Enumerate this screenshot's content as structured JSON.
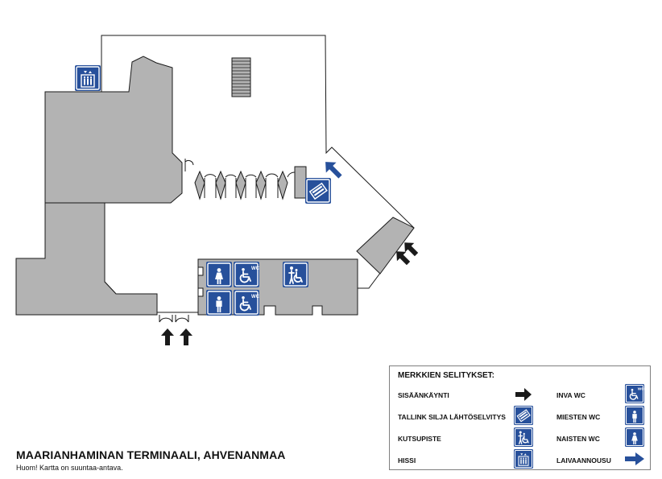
{
  "map": {
    "title": "MAARIANHAMINAN TERMINAALI, AHVENANMAA",
    "note": "Huom! Kartta on suuntaa-antava."
  },
  "legend": {
    "title": "MERKKIEN SELITYKSET:",
    "items": [
      {
        "label": "SISÄÄNKÄYNTI",
        "icon": "entrance-arrow-icon"
      },
      {
        "label": "TALLINK SILJA LÄHTÖSELVITYS",
        "icon": "check-in-ticket-icon"
      },
      {
        "label": "KUTSUPISTE",
        "icon": "call-point-icon"
      },
      {
        "label": "HISSI",
        "icon": "elevator-icon"
      },
      {
        "label": "INVA WC",
        "icon": "accessible-wc-icon"
      },
      {
        "label": "MIESTEN WC",
        "icon": "mens-wc-icon"
      },
      {
        "label": "NAISTEN WC",
        "icon": "womens-wc-icon"
      },
      {
        "label": "LAIVAANNOUSU",
        "icon": "boarding-arrow-icon"
      }
    ],
    "wc_badge": "WC"
  },
  "colors": {
    "sign_blue": "#27509b",
    "room_gray": "#b3b3b3",
    "line": "#1a1a1a"
  }
}
